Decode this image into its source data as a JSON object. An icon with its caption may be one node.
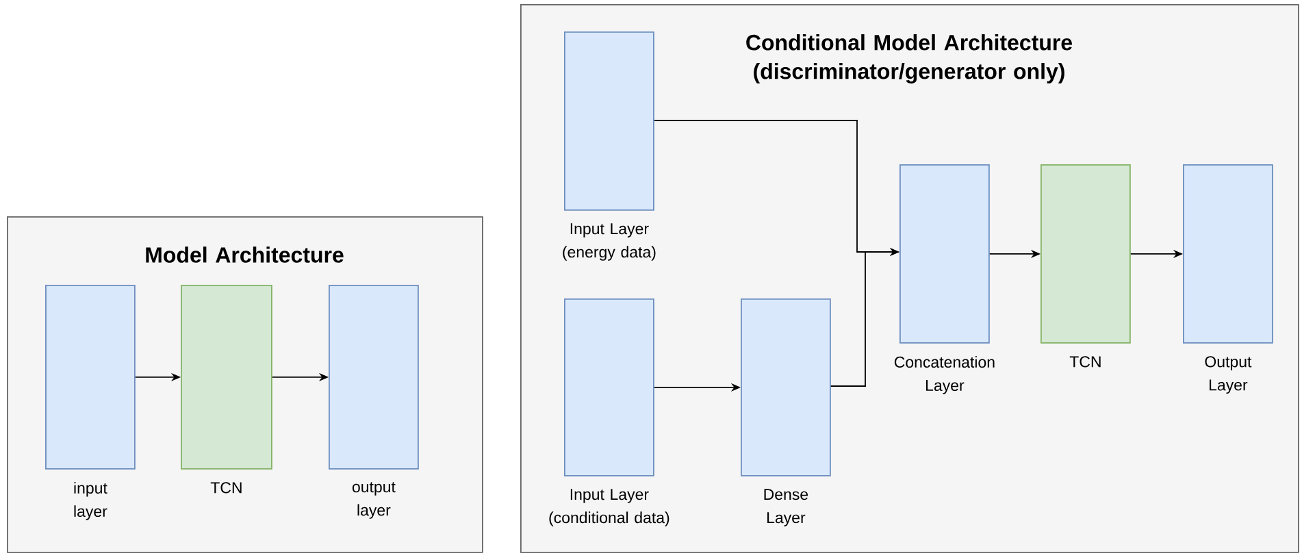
{
  "diagram": {
    "nodes": [
      {
        "text": [
          "Model Architecture"
        ]
      },
      {
        "text": [],
        "shape": "box",
        "beside": [
          "input layer"
        ],
        "in": 0
      },
      {
        "text": [],
        "shape": "box",
        "beside": [
          "TCN"
        ],
        "in": 0
      },
      {
        "text": [],
        "shape": "box",
        "beside": [
          "output layer"
        ],
        "in": 0
      },
      {
        "text": [
          "Conditional Model Architecture (discriminator/generator only)"
        ]
      },
      {
        "text": [],
        "shape": "box",
        "beside": [
          "Input Layer (energy data)"
        ],
        "in": 4
      },
      {
        "text": [],
        "shape": "box",
        "beside": [
          "Input Layer (conditional data)"
        ],
        "in": 4
      },
      {
        "text": [],
        "shape": "box",
        "beside": [
          "Dense Layer"
        ],
        "in": 4
      },
      {
        "text": [],
        "shape": "box",
        "beside": [
          "Concatenation Layer"
        ],
        "in": 4
      },
      {
        "text": [],
        "shape": "box",
        "beside": [
          "TCN"
        ],
        "in": 4
      },
      {
        "text": [],
        "shape": "box",
        "beside": [
          "Output Layer"
        ],
        "in": 4
      }
    ],
    "edges": [
      {
        "from": 1,
        "to": 2,
        "arrow": "to"
      },
      {
        "from": 2,
        "to": 3,
        "arrow": "to"
      },
      {
        "from": 5,
        "to": 8,
        "arrow": "to"
      },
      {
        "from": 6,
        "to": 7,
        "arrow": "to"
      },
      {
        "from": 7,
        "to": 8,
        "arrow": "to"
      },
      {
        "from": 8,
        "to": 9,
        "arrow": "to"
      },
      {
        "from": 9,
        "to": 10,
        "arrow": "to"
      }
    ]
  }
}
